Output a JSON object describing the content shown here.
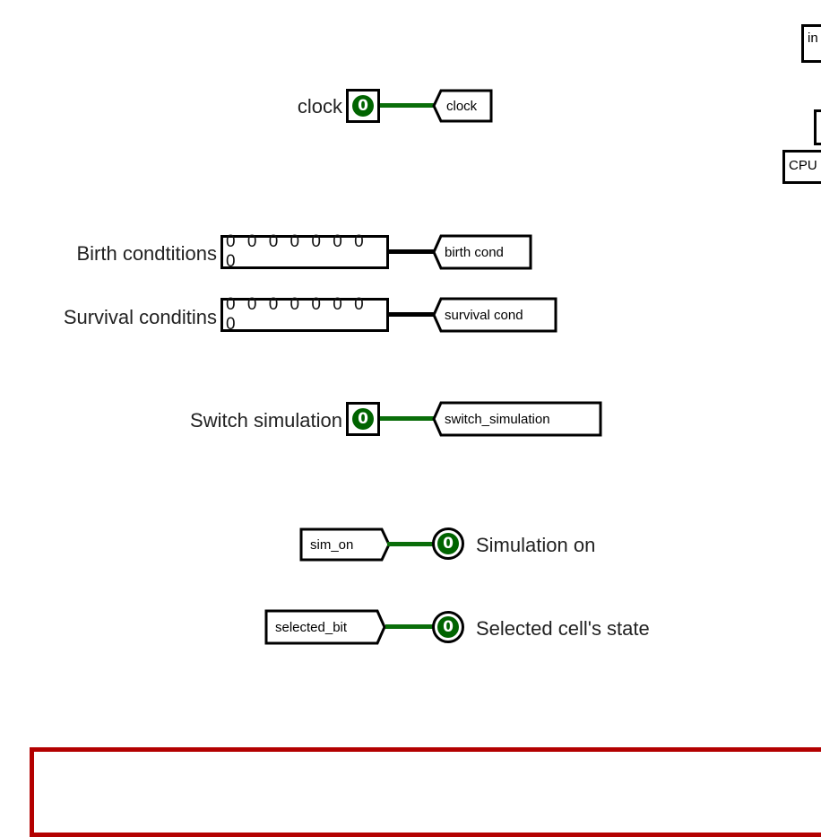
{
  "top_right": {
    "box1_text": "in",
    "box2_text": "",
    "box3_text": "CPU"
  },
  "clock": {
    "label": "clock",
    "value": "0",
    "tunnel": "clock"
  },
  "birth": {
    "label": "Birth condtitions",
    "bits": "0 0 0 0 0 0 0 0",
    "tunnel": "birth cond"
  },
  "survival": {
    "label": "Survival conditins",
    "bits": "0 0 0 0 0 0 0 0",
    "tunnel": "survival cond"
  },
  "switch_sim": {
    "label": "Switch simulation",
    "value": "0",
    "tunnel": "switch_simulation"
  },
  "sim_on": {
    "tunnel": "sim_on",
    "value": "0",
    "label": "Simulation on"
  },
  "selected": {
    "tunnel": "selected_bit",
    "value": "0",
    "label": "Selected cell's state"
  },
  "colors": {
    "wire_green": "#0a6e0a",
    "pin_green": "#006400",
    "frame_red": "#b30000"
  }
}
